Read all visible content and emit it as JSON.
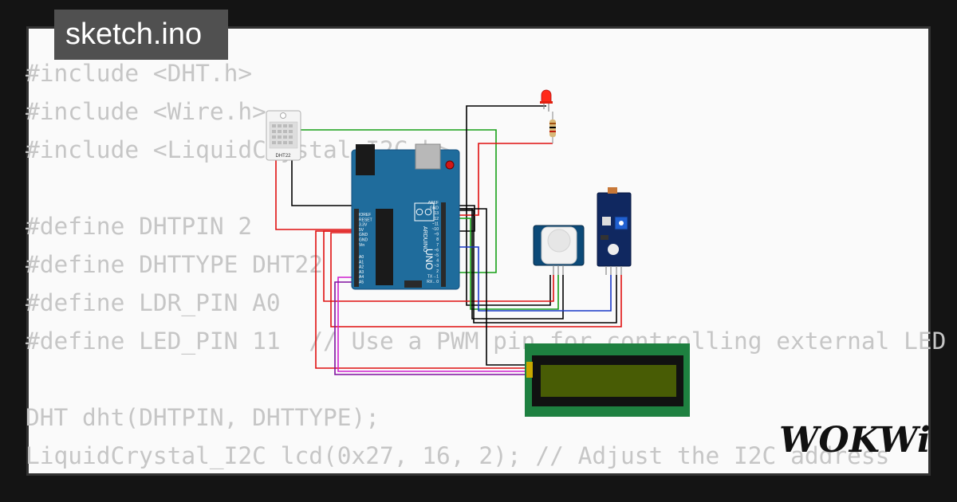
{
  "tab": {
    "filename": "sketch.ino"
  },
  "code_lines": [
    "#include <DHT.h>",
    "#include <Wire.h>",
    "#include <LiquidCrystal_I2C.h>",
    "",
    "#define DHTPIN 2",
    "#define DHTTYPE DHT22",
    "#define LDR_PIN A0",
    "#define LED_PIN 11  // Use a PWM pin for controlling external LED",
    "",
    "DHT dht(DHTPIN, DHTTYPE);",
    "LiquidCrystal_I2C lcd(0x27, 16, 2); // Adjust the I2C address"
  ],
  "components": {
    "dht_label": "DHT22",
    "arduino_brand": "ARDUINO",
    "arduino_model": "UNO",
    "power_pins": [
      "IOREF",
      "RESET",
      "3.3V",
      "5V",
      "GND",
      "GND",
      "Vin"
    ],
    "analog_pins": [
      "A0",
      "A1",
      "A2",
      "A3",
      "A4",
      "A5"
    ],
    "digital_pins": [
      "AREF",
      "GND",
      "13",
      "12",
      "~11",
      "~10",
      "~9",
      "8",
      "7",
      "~6",
      "~5",
      "4",
      "~3",
      "2",
      "TX→1",
      "RX←0"
    ]
  },
  "brand": {
    "logo_text": "WOKWi"
  },
  "colors": {
    "background": "#141414",
    "card": "#fafafa",
    "code_text": "#c6c6c6",
    "tab": "#505050",
    "arduino": "#1f6c9c",
    "lcd_board": "#1e8040",
    "lcd_screen": "#485c05",
    "wire_red": "#e01010",
    "wire_green": "#16a016",
    "wire_black": "#000000",
    "wire_blue": "#1838c8",
    "wire_magenta": "#d020d0",
    "wire_purple": "#8010a0"
  }
}
